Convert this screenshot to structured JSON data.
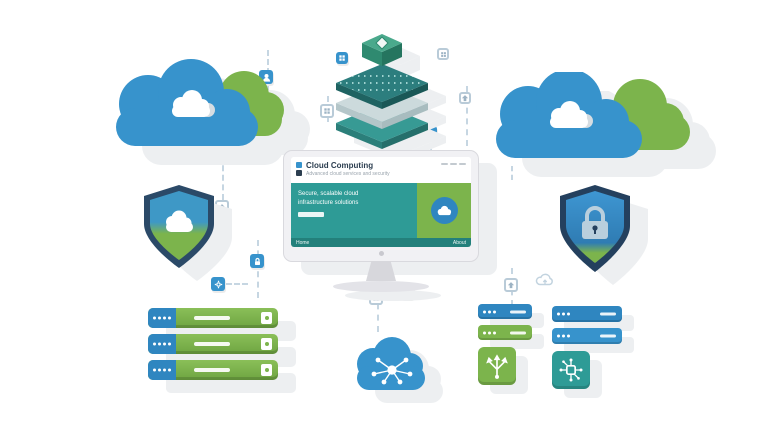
{
  "illustration": {
    "title": "Cloud Computing"
  },
  "monitor": {
    "brand": "Cloud Computing",
    "tagline": "Advanced cloud services and security",
    "hero_line1": "Secure, scalable cloud",
    "hero_line2": "infrastructure solutions",
    "footer_left": "Home",
    "footer_right": "About"
  },
  "colors": {
    "blue": "#3793CC",
    "blue_dark": "#2F86C0",
    "green": "#7CB44C",
    "teal": "#2E9B96",
    "teal_dark": "#23807B",
    "navy": "#2B4A68",
    "navy2": "#24405E",
    "dash": "#C6D6E2",
    "shadow": "#EDEFF1",
    "frame": "#F1F1F4",
    "text": "#2C3E50"
  },
  "icons": {
    "person-node": "person silhouette",
    "lock-node": "padlock",
    "gear-node": "gear",
    "grid-node": "app grid",
    "arrow-node": "arrow-up",
    "cloud-upload": "cloud outline with arrow",
    "network-hub": "connected nodes hub",
    "branch": "tree of up arrows",
    "circuit": "cpu chip",
    "cloud": "cloud shape",
    "shield-cloud": "shield with cloud",
    "shield-lock": "shield with padlock"
  }
}
